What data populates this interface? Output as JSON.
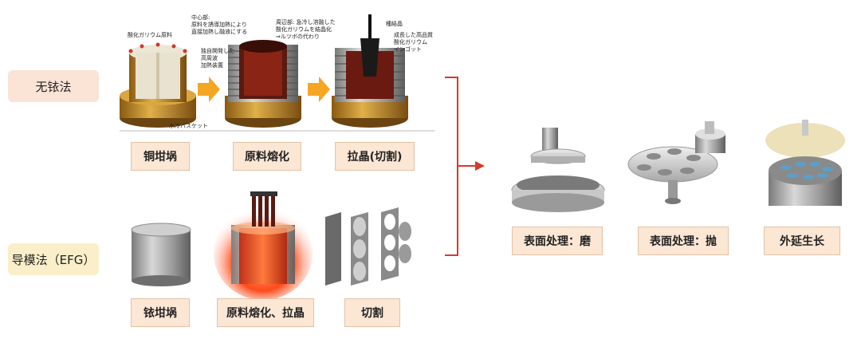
{
  "methods": {
    "top": "无铱法",
    "bottom": "导模法（EFG）"
  },
  "top_steps": [
    "铜坩埚",
    "原料熔化",
    "拉晶(切割)"
  ],
  "bottom_steps": [
    "铱坩埚",
    "原料熔化、拉晶",
    "切割"
  ],
  "right_steps": [
    "表面处理：磨",
    "表面处理：抛",
    "外延生长"
  ],
  "annotations": {
    "ga_raw": "酸化ガリウム原料",
    "water_basket": "水冷バスケット",
    "heater": [
      "独自開発した",
      "高周波",
      "加熱装置"
    ],
    "center_title": "中心部:",
    "center_body": [
      "原料を誘導加熱により",
      "直接加熱し融液にする"
    ],
    "edge_title": "周辺部:",
    "edge_body_1": "急冷し溶融した",
    "edge_body": [
      "酸化ガリウムを結晶化",
      "⇒ルツボの代わり"
    ],
    "seed": "種結晶",
    "ingot": [
      "成長した高品質",
      "酸化ガリウム",
      "インゴット"
    ]
  },
  "colors": {
    "arrow": "#f5a623",
    "bracket": "#d63a2c",
    "copper": "#c8922a",
    "glow": "#ff5a1f"
  }
}
